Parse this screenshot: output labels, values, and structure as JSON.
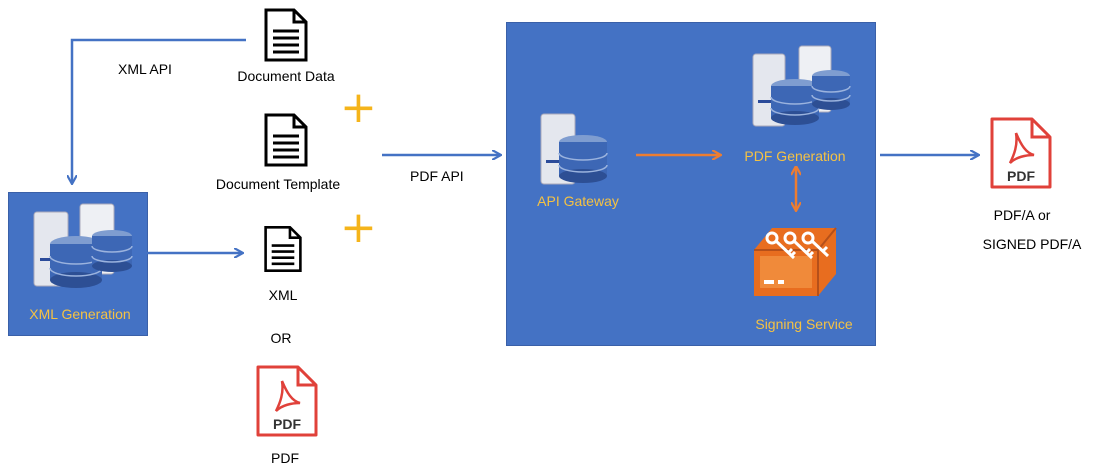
{
  "labels": {
    "xml_api": "XML API",
    "document_data": "Document Data",
    "document_template": "Document Template",
    "pdf_api": "PDF API",
    "xml": "XML",
    "or": "OR",
    "pdf": "PDF",
    "xml_generation": "XML Generation",
    "api_gateway": "API Gateway",
    "pdf_generation": "PDF Generation",
    "signing_service": "Signing Service",
    "output_line1": "PDF/A or",
    "output_line2": "SIGNED PDF/A",
    "plus": "+"
  },
  "icons": {
    "pdf_badge": "PDF"
  },
  "colors": {
    "panel_blue": "#4472c4",
    "arrow_blue": "#4472c4",
    "arrow_orange": "#ed7d31",
    "label_yellow": "#f5c243",
    "plus_yellow": "#f5b41a",
    "pdf_red": "#e0413a"
  }
}
